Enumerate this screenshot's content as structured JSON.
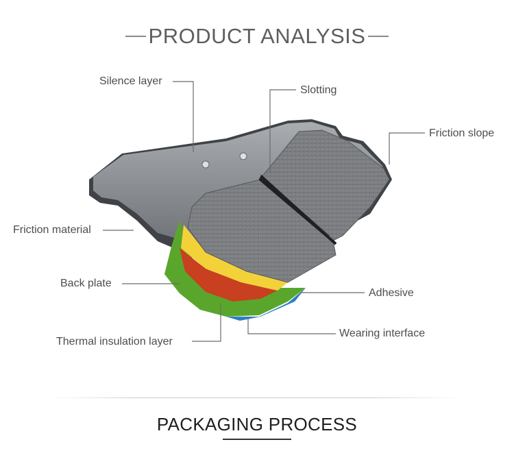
{
  "header": {
    "title": "PRODUCT ANALYSIS"
  },
  "labels": {
    "silence_layer": "Silence layer",
    "slotting": "Slotting",
    "friction_slope": "Friction slope",
    "friction_material": "Friction material",
    "back_plate": "Back plate",
    "adhesive": "Adhesive",
    "thermal_insulation_layer": "Thermal insulation layer",
    "wearing_interface": "Wearing interface"
  },
  "footer": {
    "section_title": "PACKAGING PROCESS"
  },
  "colors": {
    "backplate": "#8e9296",
    "friction": "#7d7f82",
    "green_layer": "#5aa62c",
    "yellow_layer": "#f3d239",
    "red_layer": "#c8401f",
    "blue_layer": "#2d7fc4",
    "leader_line": "#6b6b6b"
  }
}
